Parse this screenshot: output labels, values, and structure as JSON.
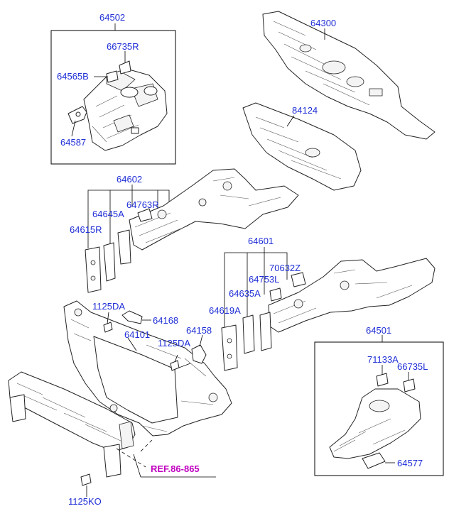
{
  "labels": {
    "l64502": "64502",
    "l66735R": "66735R",
    "l64565B": "64565B",
    "l64587": "64587",
    "l64300": "64300",
    "l84124": "84124",
    "l64602": "64602",
    "l64763R": "64763R",
    "l64645A": "64645A",
    "l64615R": "64615R",
    "l64601": "64601",
    "l70632Z": "70632Z",
    "l64753L": "64753L",
    "l64635A": "64635A",
    "l64619A": "64619A",
    "l1125DA_a": "1125DA",
    "l64168": "64168",
    "l64158": "64158",
    "l64101": "64101",
    "l1125DA_b": "1125DA",
    "l64501": "64501",
    "l71133A": "71133A",
    "l66735L": "66735L",
    "l64577": "64577",
    "l1125KO": "1125KO",
    "ref": "REF.86-865"
  },
  "colors": {
    "label": "#1f2fd6",
    "ref": "#c000c0"
  }
}
